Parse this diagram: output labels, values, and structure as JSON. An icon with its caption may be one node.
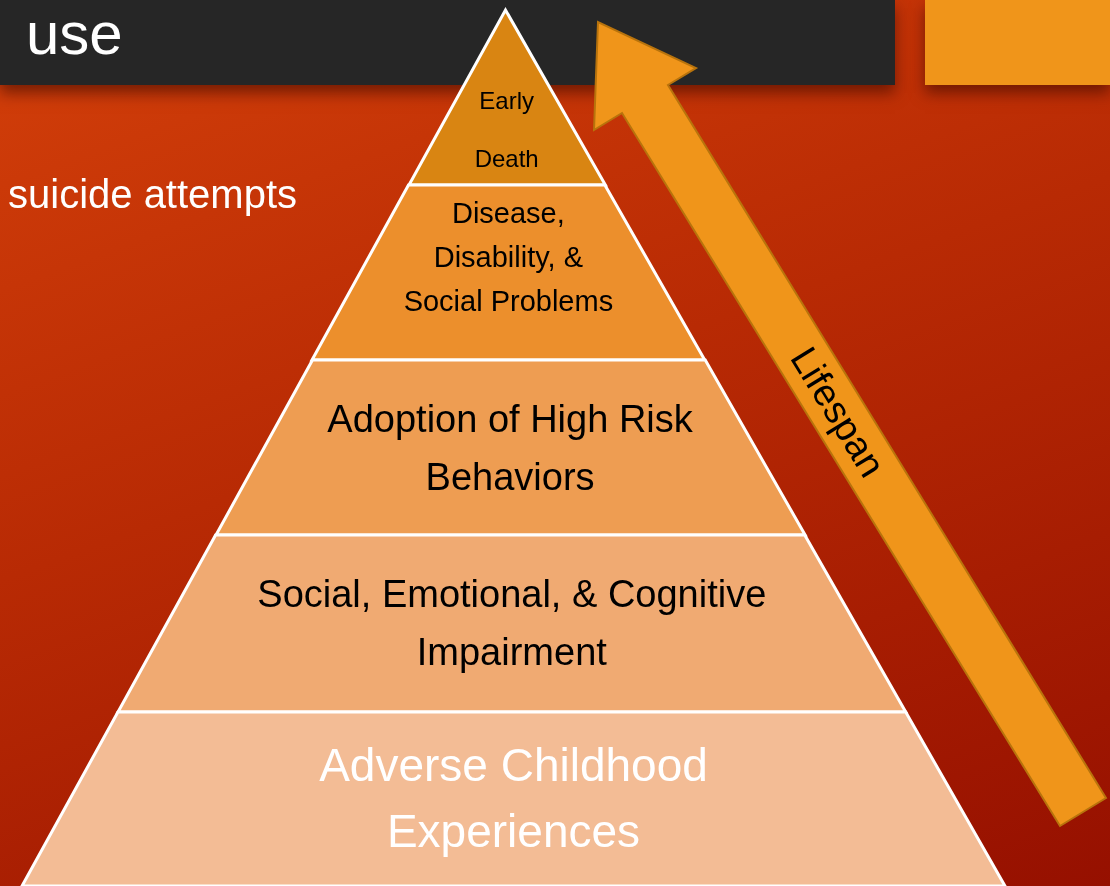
{
  "diagram": {
    "title": "use",
    "nodes": [
      {
        "text": [
          "Early Death"
        ]
      },
      {
        "text": [
          "Disease, Disability, & Social Problems"
        ]
      },
      {
        "text": [
          "Adoption of High Risk Behaviors"
        ]
      },
      {
        "text": [
          "Social, Emotional, & Cognitive Impairment"
        ]
      },
      {
        "text": [
          "Adverse Childhood Experiences"
        ]
      },
      {
        "text": [
          "Lifespan"
        ]
      }
    ],
    "labels": [
      "suicide attempts"
    ]
  }
}
